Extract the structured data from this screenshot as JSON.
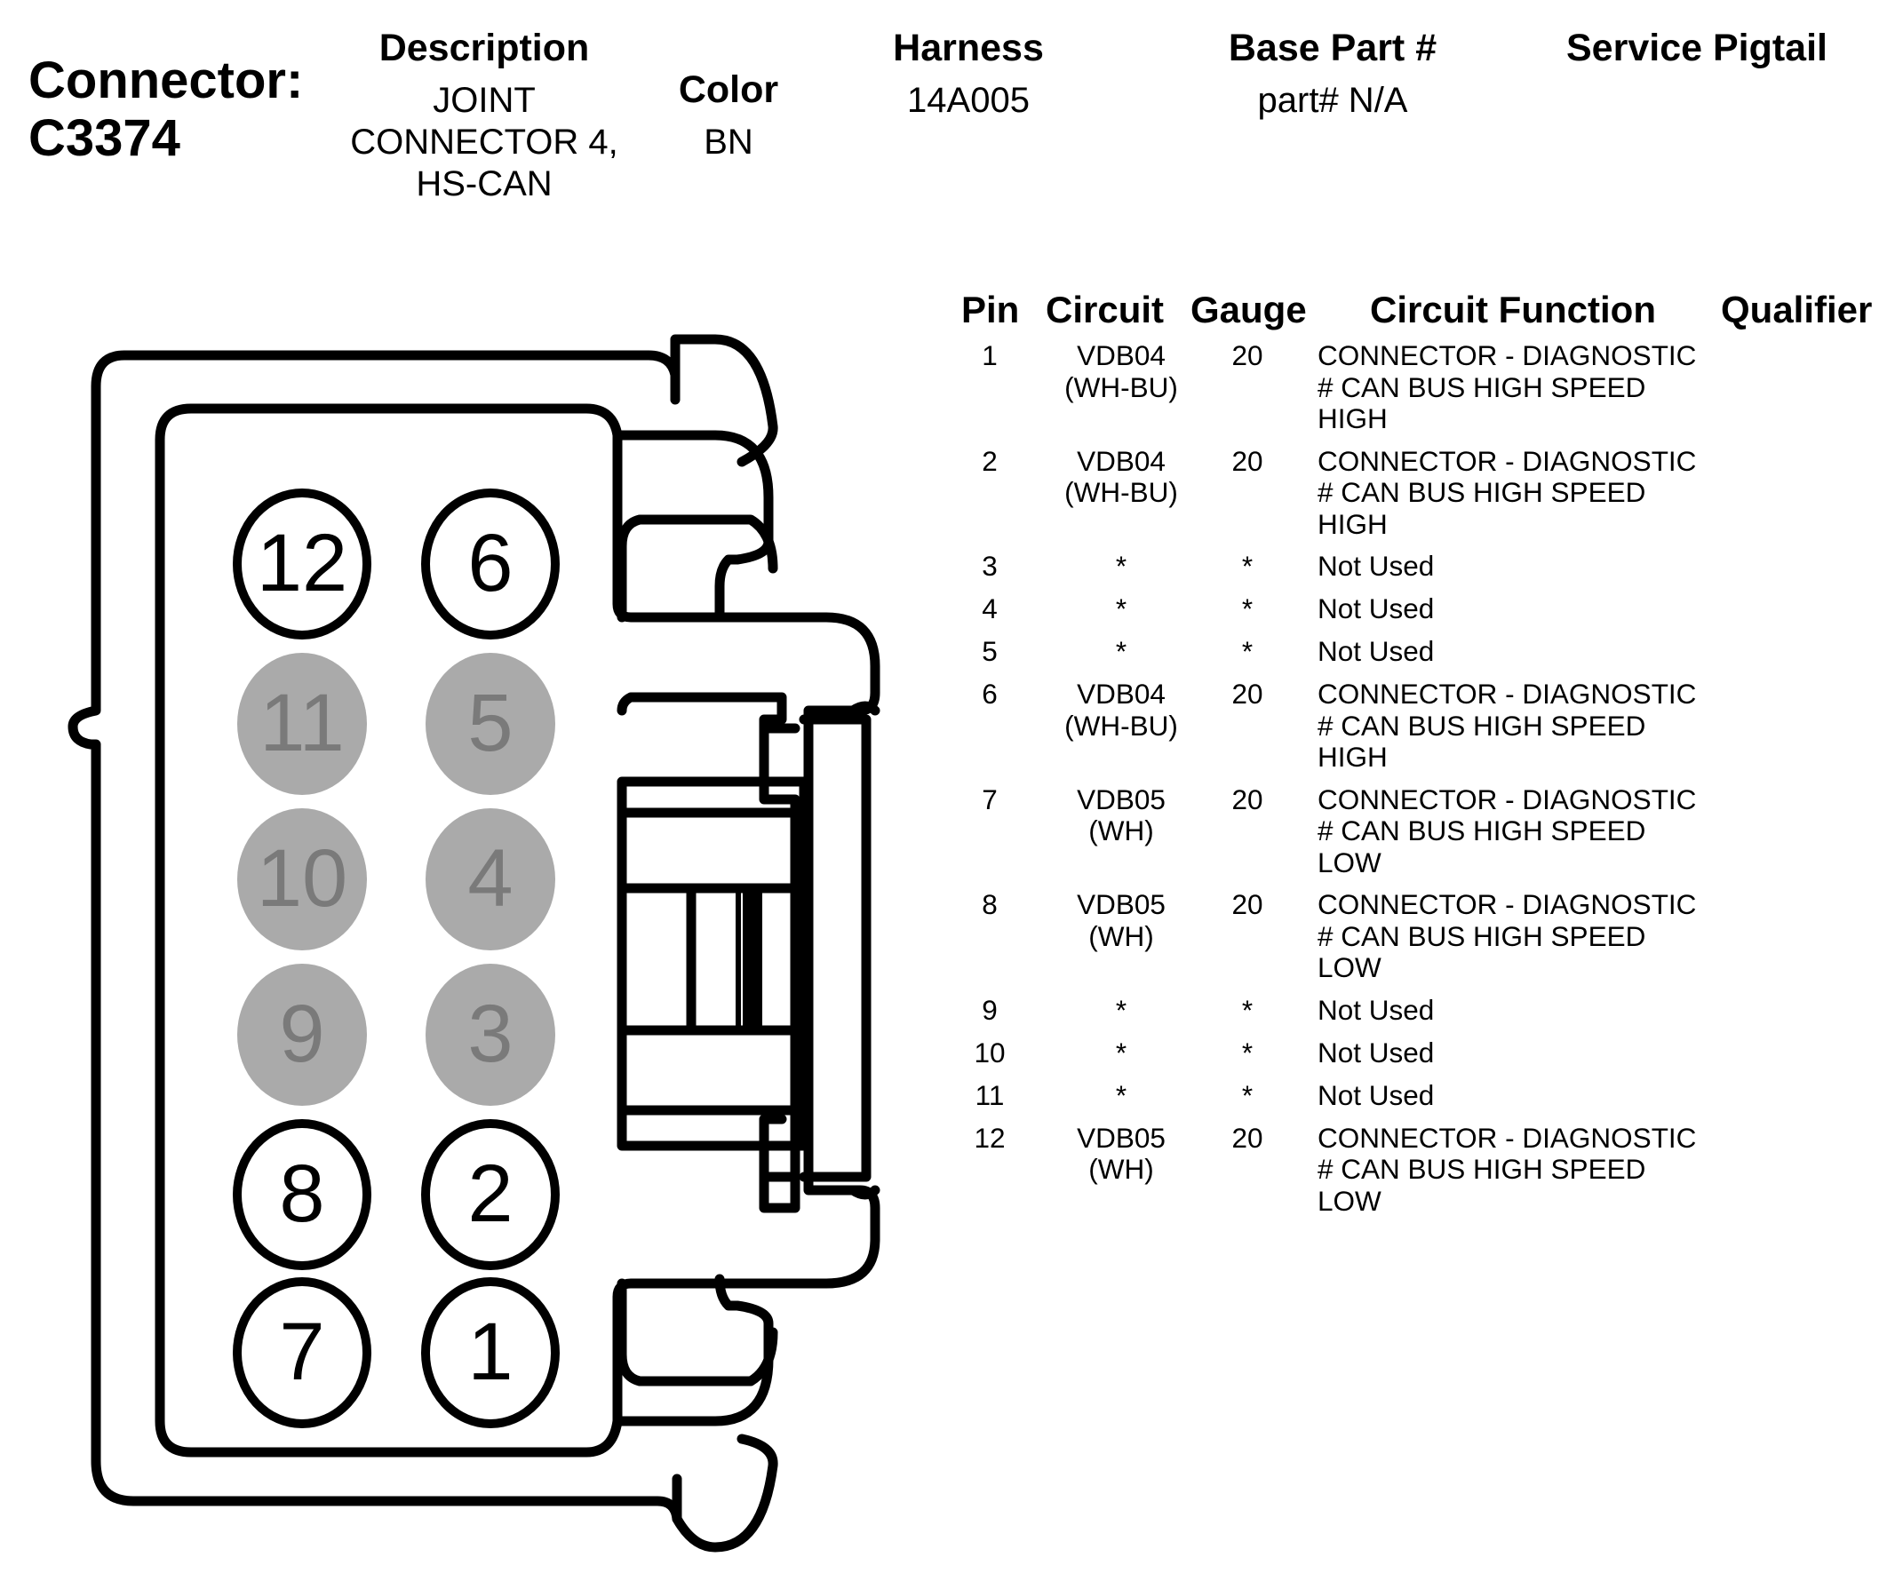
{
  "header": {
    "connector_label": "Connector:",
    "connector_id": "C3374",
    "description_label": "Description",
    "description_value": "JOINT\nCONNECTOR 4,\nHS-CAN",
    "color_label": "Color",
    "color_value": "BN",
    "harness_label": "Harness",
    "harness_value": "14A005",
    "base_part_label": "Base Part #",
    "base_part_value": "part# N/A",
    "service_pigtail_label": "Service Pigtail",
    "service_pigtail_value": ""
  },
  "table": {
    "columns": [
      "Pin",
      "Circuit",
      "Gauge",
      "Circuit Function",
      "Qualifier"
    ],
    "rows": [
      {
        "pin": "1",
        "circuit": "VDB04\n(WH-BU)",
        "gauge": "20",
        "function": "CONNECTOR - DIAGNOSTIC\n# CAN BUS HIGH SPEED\nHIGH",
        "qualifier": ""
      },
      {
        "pin": "2",
        "circuit": "VDB04\n(WH-BU)",
        "gauge": "20",
        "function": "CONNECTOR - DIAGNOSTIC\n# CAN BUS HIGH SPEED\nHIGH",
        "qualifier": ""
      },
      {
        "pin": "3",
        "circuit": "*",
        "gauge": "*",
        "function": "Not Used",
        "qualifier": ""
      },
      {
        "pin": "4",
        "circuit": "*",
        "gauge": "*",
        "function": "Not Used",
        "qualifier": ""
      },
      {
        "pin": "5",
        "circuit": "*",
        "gauge": "*",
        "function": "Not Used",
        "qualifier": ""
      },
      {
        "pin": "6",
        "circuit": "VDB04\n(WH-BU)",
        "gauge": "20",
        "function": "CONNECTOR - DIAGNOSTIC\n# CAN BUS HIGH SPEED\nHIGH",
        "qualifier": ""
      },
      {
        "pin": "7",
        "circuit": "VDB05\n(WH)",
        "gauge": "20",
        "function": "CONNECTOR - DIAGNOSTIC\n# CAN BUS HIGH SPEED\nLOW",
        "qualifier": ""
      },
      {
        "pin": "8",
        "circuit": "VDB05\n(WH)",
        "gauge": "20",
        "function": "CONNECTOR - DIAGNOSTIC\n# CAN BUS HIGH SPEED\nLOW",
        "qualifier": ""
      },
      {
        "pin": "9",
        "circuit": "*",
        "gauge": "*",
        "function": "Not Used",
        "qualifier": ""
      },
      {
        "pin": "10",
        "circuit": "*",
        "gauge": "*",
        "function": "Not Used",
        "qualifier": ""
      },
      {
        "pin": "11",
        "circuit": "*",
        "gauge": "*",
        "function": "Not Used",
        "qualifier": ""
      },
      {
        "pin": "12",
        "circuit": "VDB05\n(WH)",
        "gauge": "20",
        "function": "CONNECTOR - DIAGNOSTIC\n# CAN BUS HIGH SPEED\nLOW",
        "qualifier": ""
      }
    ]
  },
  "diagram": {
    "pins": [
      {
        "label": "12",
        "used": true
      },
      {
        "label": "6",
        "used": true
      },
      {
        "label": "11",
        "used": false
      },
      {
        "label": "5",
        "used": false
      },
      {
        "label": "10",
        "used": false
      },
      {
        "label": "4",
        "used": false
      },
      {
        "label": "9",
        "used": false
      },
      {
        "label": "3",
        "used": false
      },
      {
        "label": "8",
        "used": true
      },
      {
        "label": "2",
        "used": true
      },
      {
        "label": "7",
        "used": true
      },
      {
        "label": "1",
        "used": true
      }
    ],
    "unused_fill": "#aaaaaa",
    "unused_text": "#7a7a7a",
    "outline_color": "#000000"
  }
}
